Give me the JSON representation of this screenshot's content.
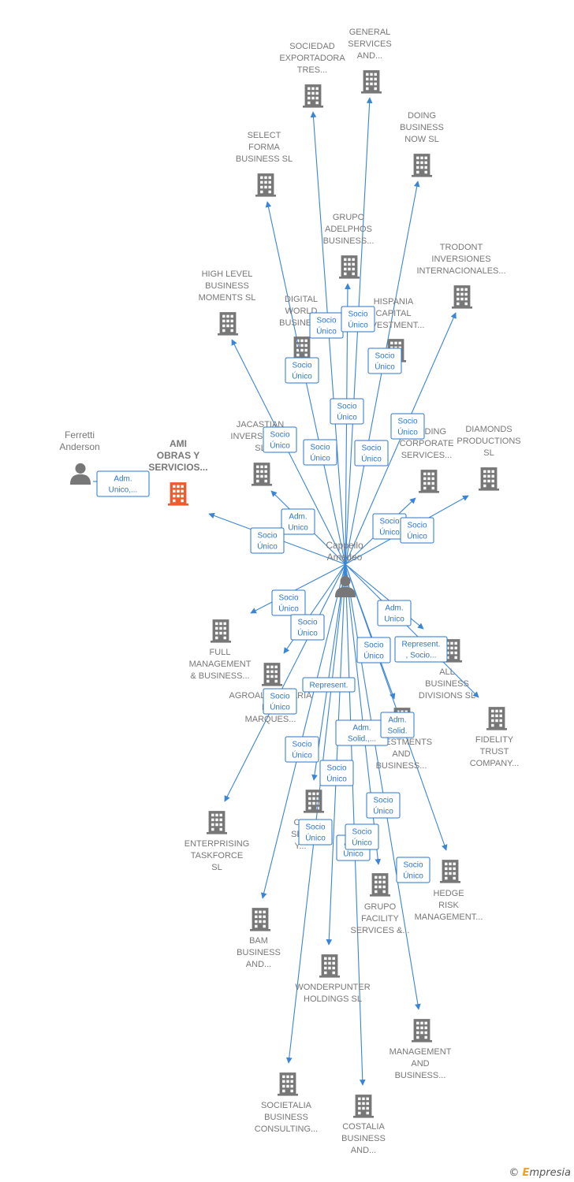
{
  "center": {
    "lines": [
      "Cappello",
      "Amedeo"
    ]
  },
  "persons": [
    {
      "id": "ferretti",
      "lines": [
        "Ferretti",
        "Anderson"
      ]
    }
  ],
  "companies": [
    {
      "id": "sociedad",
      "lines": [
        "SOCIEDAD",
        "EXPORTADORA",
        "TRES..."
      ]
    },
    {
      "id": "general",
      "lines": [
        "GENERAL",
        "SERVICES",
        "AND..."
      ]
    },
    {
      "id": "doing",
      "lines": [
        "DOING",
        "BUSINESS",
        "NOW  SL"
      ]
    },
    {
      "id": "select",
      "lines": [
        "SELECT",
        "FORMA",
        "BUSINESS  SL"
      ]
    },
    {
      "id": "grupoadel",
      "lines": [
        "GRUPO",
        "ADELPHOS",
        "BUSINESS..."
      ]
    },
    {
      "id": "trodont",
      "lines": [
        "TRODONT",
        "INVERSIONES",
        "INTERNACIONALES..."
      ]
    },
    {
      "id": "highlevel",
      "lines": [
        "HIGH LEVEL",
        "BUSINESS",
        "MOMENTS  SL"
      ]
    },
    {
      "id": "digital",
      "lines": [
        "DIGITAL",
        "WORLD",
        "BUSINESS"
      ]
    },
    {
      "id": "hispania",
      "lines": [
        "HISPANIA",
        "CAPITAL",
        "INVESTMENT..."
      ]
    },
    {
      "id": "jacastian",
      "lines": [
        "JACASTIAN",
        "INVERSIONES",
        "SL"
      ]
    },
    {
      "id": "holding",
      "lines": [
        "HOLDING",
        "CORPORATE",
        "SERVICES..."
      ]
    },
    {
      "id": "diamonds",
      "lines": [
        "DIAMONDS",
        "PRODUCTIONS",
        "SL"
      ]
    },
    {
      "id": "ami",
      "lines": [
        "AMI",
        "OBRAS Y",
        "SERVICIOS..."
      ],
      "main": true
    },
    {
      "id": "full",
      "lines": [
        "FULL",
        "MANAGEMENT",
        "& BUSINESS..."
      ]
    },
    {
      "id": "all",
      "lines": [
        "ALL",
        "BUSINESS",
        "DIVISIONS  SL"
      ]
    },
    {
      "id": "agroal",
      "lines": [
        "AGROALIMENTARIA",
        "LOS",
        "MARQUES..."
      ]
    },
    {
      "id": "fidelity",
      "lines": [
        "FIDELITY",
        "TRUST",
        "COMPANY..."
      ]
    },
    {
      "id": "investments",
      "lines": [
        "INVESTMENTS",
        "AND",
        "BUSINESS..."
      ]
    },
    {
      "id": "enterprising",
      "lines": [
        "ENTERPRISING",
        "TASKFORCE",
        "SL"
      ]
    },
    {
      "id": "cs",
      "lines": [
        "C...",
        "SE...",
        "Y..."
      ]
    },
    {
      "id": "hedge",
      "lines": [
        "HEDGE",
        "RISK",
        "MANAGEMENT..."
      ]
    },
    {
      "id": "grupofac",
      "lines": [
        "GRUPO",
        "FACILITY",
        "SERVICES &..."
      ]
    },
    {
      "id": "bam",
      "lines": [
        "BAM",
        "BUSINESS",
        "AND..."
      ]
    },
    {
      "id": "wonder",
      "lines": [
        "WONDERPUNTER",
        "HOLDINGS  SL"
      ]
    },
    {
      "id": "mgmt",
      "lines": [
        "MANAGEMENT",
        "AND",
        "BUSINESS..."
      ]
    },
    {
      "id": "societalia",
      "lines": [
        "SOCIETALIA",
        "BUSINESS",
        "CONSULTING..."
      ]
    },
    {
      "id": "costalia",
      "lines": [
        "COSTALIA",
        "BUSINESS",
        "AND..."
      ]
    }
  ],
  "badges": [
    {
      "lines": [
        "Adm.",
        "Unico,..."
      ]
    },
    {
      "lines": [
        "Socio",
        "Único"
      ]
    },
    {
      "lines": [
        "Socio",
        "Único"
      ]
    },
    {
      "lines": [
        "Socio",
        "Único"
      ]
    },
    {
      "lines": [
        "Socio",
        "Único"
      ]
    },
    {
      "lines": [
        "Socio",
        "Único"
      ]
    },
    {
      "lines": [
        "Socio",
        "Único"
      ]
    },
    {
      "lines": [
        "Socio",
        "Único"
      ]
    },
    {
      "lines": [
        "Socio",
        "Único"
      ]
    },
    {
      "lines": [
        "Socio",
        "Único"
      ]
    },
    {
      "lines": [
        "Adm.",
        "Unico"
      ]
    },
    {
      "lines": [
        "Socio",
        "Único"
      ]
    },
    {
      "lines": [
        "Socio",
        "Único"
      ]
    },
    {
      "lines": [
        "Socio",
        "Único"
      ]
    },
    {
      "lines": [
        "Socio",
        "Único"
      ]
    },
    {
      "lines": [
        "Socio",
        "Único"
      ]
    },
    {
      "lines": [
        "Adm.",
        "Unico"
      ]
    },
    {
      "lines": [
        "Socio",
        "Único"
      ]
    },
    {
      "lines": [
        "Represent.",
        ", Socio..."
      ]
    },
    {
      "lines": [
        "Socio",
        "Único"
      ]
    },
    {
      "lines": [
        "Represent."
      ]
    },
    {
      "lines": [
        "Socio",
        "Único"
      ]
    },
    {
      "lines": [
        "Adm.",
        "Solid.,..."
      ]
    },
    {
      "lines": [
        "Adm.",
        "Solid."
      ]
    },
    {
      "lines": [
        "Socio",
        "Único"
      ]
    },
    {
      "lines": [
        "Socio",
        "Único"
      ]
    },
    {
      "lines": [
        "Socio",
        "Único"
      ]
    },
    {
      "lines": [
        "Adm.",
        "Unico"
      ]
    },
    {
      "lines": [
        "Socio",
        "Único"
      ]
    },
    {
      "lines": [
        "Socio",
        "Único"
      ]
    }
  ],
  "colors": {
    "edge": "#3a85d6",
    "badge_border": "#2a76cf",
    "icon_gray": "#777777",
    "icon_main": "#ef5a2f"
  },
  "footer": {
    "copyright": "©",
    "brand_e": "E",
    "brand_rest": "mpresia"
  }
}
